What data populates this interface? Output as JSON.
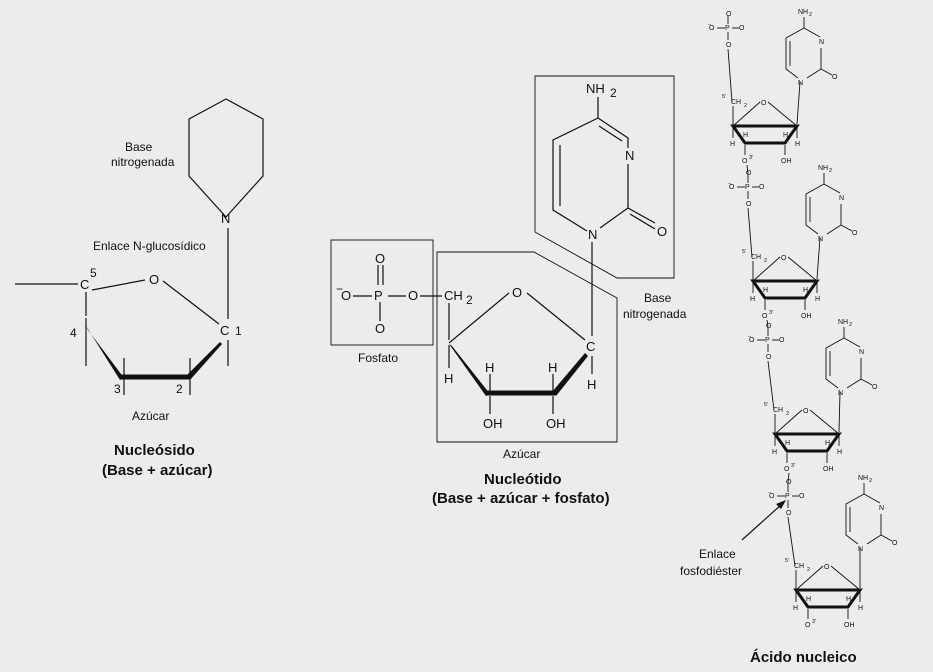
{
  "nucleoside": {
    "base_label_1": "Base",
    "base_label_2": "nitrogenada",
    "N": "N",
    "bond_label": "Enlace N-glucosídico",
    "O": "O",
    "C5": "C",
    "n5": "5",
    "C1": "C",
    "n1": "1",
    "n4": "4",
    "n3": "3",
    "n2": "2",
    "sugar_label": "Azúcar",
    "title_1": "Nucleósido",
    "title_2": "(Base + azúcar)"
  },
  "nucleotide": {
    "NH2": "NH",
    "sub2": "2",
    "N_ring": "N",
    "O_carbonyl": "O",
    "N1": "N",
    "base_label_1": "Base",
    "base_label_2": "nitrogenada",
    "O_minus": "O",
    "minus": "−",
    "P": "P",
    "O_top": "O",
    "O_bottom": "O",
    "O_link": "O",
    "CH2": "CH",
    "phosphate_label": "Fosfato",
    "O_ring": "O",
    "C_ring": "C",
    "H_left": "H",
    "H_right": "H",
    "H_c3": "H",
    "H_c2": "H",
    "OH_left": "OH",
    "OH_right": "OH",
    "sugar_label": "Azúcar",
    "title_1": "Nucleótido",
    "title_2": "(Base + azúcar + fosfato)"
  },
  "nucleic_acid": {
    "NH2": "NH",
    "sub2": "2",
    "N": "N",
    "O": "O",
    "P": "P",
    "O_minus": "O",
    "minus": "−",
    "CH2": "CH",
    "five_prime": "5'",
    "three_prime": "3'",
    "H": "H",
    "OH": "OH",
    "bond_label_1": "Enlace",
    "bond_label_2": "fosfodiéster",
    "title": "Ácido nucleico"
  }
}
